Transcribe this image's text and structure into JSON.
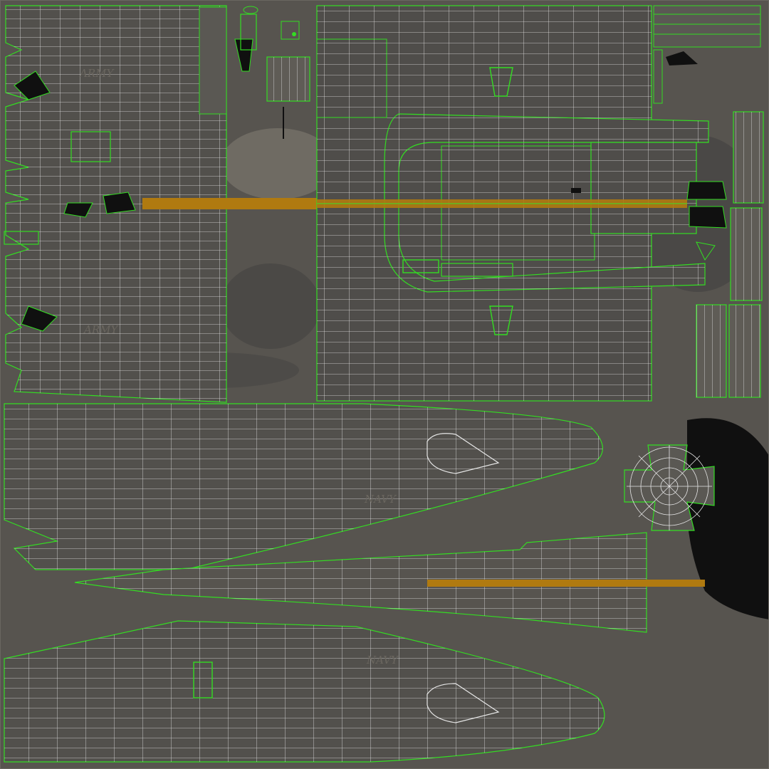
{
  "texture_stamps": [
    {
      "id": "wing-upper-stamp",
      "text": "ARMY"
    },
    {
      "id": "wing-lower-stamp",
      "text": "ARMY"
    },
    {
      "id": "tail-upper-stamp",
      "text": "NAVY"
    },
    {
      "id": "tail-lower-stamp",
      "text": "NAVY"
    }
  ],
  "colors": {
    "background": "#57544f",
    "wireframe": "#e8e8e8",
    "seam": "#33dd22",
    "accent_stripe": "#b07a10",
    "shadow": "#101010",
    "panel_dark": "#4e4c49",
    "panel_light": "#77736b"
  }
}
